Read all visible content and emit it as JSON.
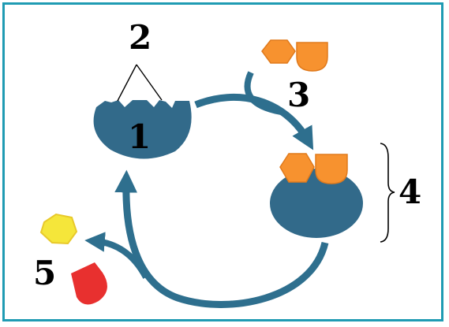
{
  "labels": {
    "n1": "1",
    "n2": "2",
    "n3": "3",
    "n4": "4",
    "n5": "5"
  },
  "colors": {
    "frame": "#1f9bb3",
    "enzyme": "#326a8a",
    "arrow": "#2e6f8e",
    "substrate": "#f7922f",
    "substrate_stroke": "#e07a1c",
    "product_hexagon": "#f5e63a",
    "product_hexagon_stroke": "#e8c92b",
    "product_shield": "#e8302f"
  }
}
